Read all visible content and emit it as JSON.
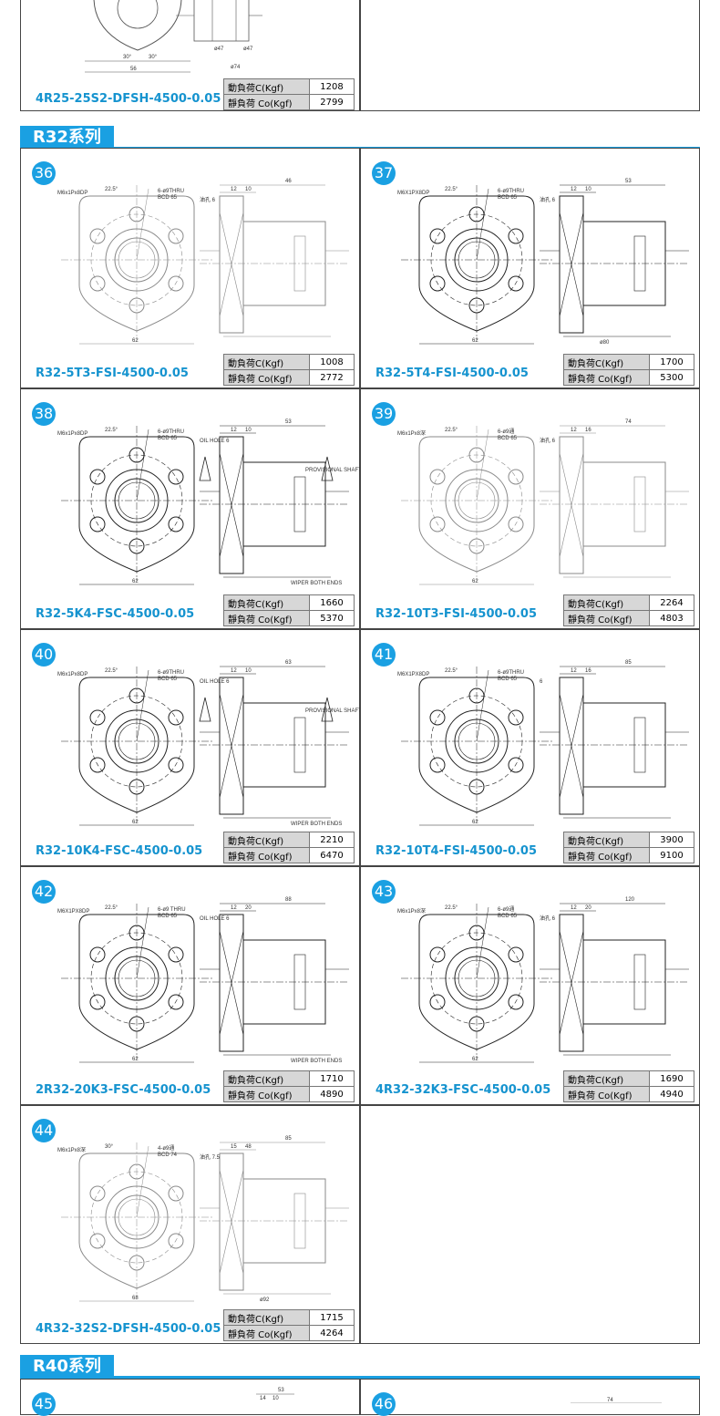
{
  "top_partial": {
    "model": "4R25-25S2-DFSH-4500-0.05",
    "specs": [
      {
        "label": "動負荷C(Kgf)",
        "value": "1208"
      },
      {
        "label": "靜負荷 Co(Kgf)",
        "value": "2799"
      }
    ]
  },
  "sections": [
    {
      "title": "R32系列"
    },
    {
      "title": "R40系列"
    }
  ],
  "items": [
    {
      "num": "36",
      "model": "R32-5T3-FSI-4500-0.05",
      "dyn_label": "動負荷C(Kgf)",
      "dyn": "1008",
      "stat_label": "靜負荷 Co(Kgf)",
      "stat": "2772"
    },
    {
      "num": "37",
      "model": "R32-5T4-FSI-4500-0.05",
      "dyn_label": "動負荷C(Kgf)",
      "dyn": "1700",
      "stat_label": "靜負荷 Co(Kgf)",
      "stat": "5300"
    },
    {
      "num": "38",
      "model": "R32-5K4-FSC-4500-0.05",
      "dyn_label": "動負荷C(Kgf)",
      "dyn": "1660",
      "stat_label": "靜負荷 Co(Kgf)",
      "stat": "5370"
    },
    {
      "num": "39",
      "model": "R32-10T3-FSI-4500-0.05",
      "dyn_label": "動負荷C(Kgf)",
      "dyn": "2264",
      "stat_label": "靜負荷 Co(Kgf)",
      "stat": "4803"
    },
    {
      "num": "40",
      "model": "R32-10K4-FSC-4500-0.05",
      "dyn_label": "動負荷C(Kgf)",
      "dyn": "2210",
      "stat_label": "靜負荷 Co(Kgf)",
      "stat": "6470"
    },
    {
      "num": "41",
      "model": "R32-10T4-FSI-4500-0.05",
      "dyn_label": "動負荷C(Kgf)",
      "dyn": "3900",
      "stat_label": "靜負荷 Co(Kgf)",
      "stat": "9100"
    },
    {
      "num": "42",
      "model": "2R32-20K3-FSC-4500-0.05",
      "dyn_label": "動負荷C(Kgf)",
      "dyn": "1710",
      "stat_label": "靜負荷 Co(Kgf)",
      "stat": "4890"
    },
    {
      "num": "43",
      "model": "4R32-32K3-FSC-4500-0.05",
      "dyn_label": "動負荷C(Kgf)",
      "dyn": "1690",
      "stat_label": "靜負荷 Co(Kgf)",
      "stat": "4940"
    },
    {
      "num": "44",
      "model": "4R32-32S2-DFSH-4500-0.05",
      "dyn_label": "動負荷C(Kgf)",
      "dyn": "1715",
      "stat_label": "靜負荷 Co(Kgf)",
      "stat": "4264"
    },
    {
      "num": "45"
    },
    {
      "num": "46"
    }
  ],
  "drawing_labels": {
    "d36": {
      "thread": "M6x1Px8DP",
      "angle": "22.5°",
      "holes": "6-ø9THRU",
      "bcd": "BCD 65",
      "dim_a": "12",
      "dim_b": "10",
      "len": "46",
      "width": "62",
      "oil": "油孔 6"
    },
    "d37": {
      "thread": "M6X1PX8DP",
      "angle": "22.5°",
      "holes": "6-ø9THRU",
      "bcd": "BCD 65",
      "dim_a": "12",
      "dim_b": "10",
      "len": "53",
      "width": "62",
      "oil": "油孔 6",
      "phi": "ø80"
    },
    "d38": {
      "thread": "M6x1Px8DP",
      "angle": "22.5°",
      "holes": "6-ø9THRU",
      "bcd": "BCD 65",
      "dim_a": "12",
      "dim_b": "10",
      "len": "53",
      "width": "62",
      "oil": "OIL HOLE 6",
      "note1": "PROVISIONAL SHAFT",
      "note2": "WIPER BOTH ENDS"
    },
    "d39": {
      "thread": "M6x1Px8深",
      "angle": "22.5°",
      "holes": "6-ø9通",
      "bcd": "BCD 65",
      "dim_a": "12",
      "dim_b": "16",
      "len": "74",
      "width": "62",
      "oil": "油孔 6"
    },
    "d40": {
      "thread": "M6x1Px8DP",
      "angle": "22.5°",
      "holes": "6-ø9THRU",
      "bcd": "BCD 65",
      "dim_a": "12",
      "dim_b": "10",
      "len": "63",
      "width": "62",
      "oil": "OIL HOLE 6",
      "note1": "PROVISIONAL SHAFT",
      "note2": "WIPER BOTH ENDS"
    },
    "d41": {
      "thread": "M6X1PX8DP",
      "angle": "22.5°",
      "holes": "6-ø9THRU",
      "bcd": "BCD 65",
      "dim_a": "12",
      "dim_b": "16",
      "len": "85",
      "width": "62",
      "oil": "6"
    },
    "d42": {
      "thread": "M6X1PX8DP",
      "angle": "22.5°",
      "holes": "6-ø9 THRU",
      "bcd": "BCD 65",
      "dim_a": "12",
      "dim_b": "20",
      "len": "88",
      "width": "62",
      "oil": "OIL HOLE 6",
      "note2": "WIPER BOTH ENDS"
    },
    "d43": {
      "thread": "M6x1Px8深",
      "angle": "22.5°",
      "holes": "6-ø9通",
      "bcd": "BCD 65",
      "dim_a": "12",
      "dim_b": "20",
      "len": "120",
      "width": "62",
      "oil": "油孔 6"
    },
    "d44": {
      "thread": "M6x1Px8深",
      "angle": "30°",
      "holes": "4-ø9通",
      "bcd": "BCD 74",
      "dim_a": "15",
      "dim_b": "48",
      "len": "85",
      "width": "68",
      "oil": "油孔 7.5",
      "phi": "ø92"
    }
  }
}
